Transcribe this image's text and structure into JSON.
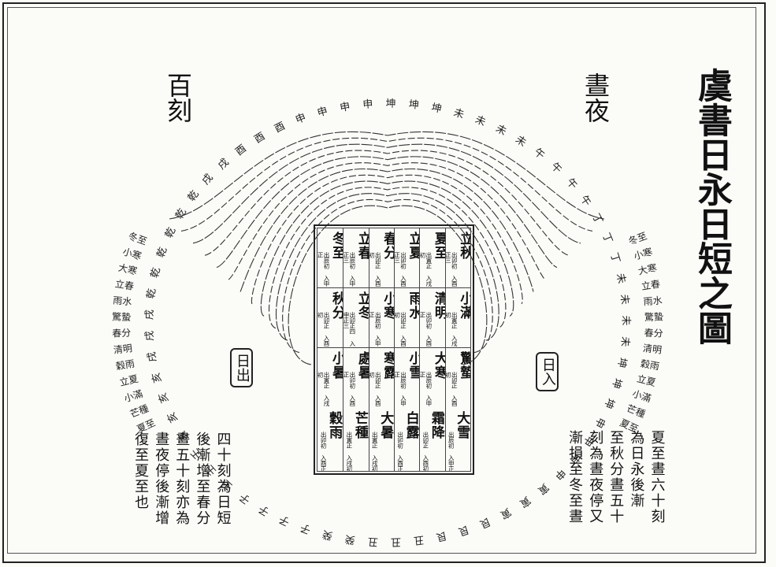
{
  "title": "虞書日永日短之圖",
  "label_left": "百刻",
  "label_right": "晝夜",
  "sunrise_label": "日出",
  "sunset_label": "日入",
  "note_left": [
    "四十刻為日短",
    "後漸增至春分",
    "晝五十刻亦為",
    "晝夜停後漸增",
    "復至夏至也"
  ],
  "note_right": [
    "夏至晝六十刻",
    "為日永後漸",
    "至秋分晝五十",
    "刻為晝夜停又",
    "漸損至冬至晝"
  ],
  "table": [
    {
      "term": "冬至",
      "detail": "出辰初 入申正"
    },
    {
      "term": "立春",
      "detail": "出辰初 入申正三"
    },
    {
      "term": "春分",
      "detail": "出卯正 入酉初"
    },
    {
      "term": "立夏",
      "detail": "出卯初 入酉正三"
    },
    {
      "term": "夏至",
      "detail": "出寅正 入戌初"
    },
    {
      "term": "立秋",
      "detail": "出卯初 入酉正三"
    },
    {
      "term": "秋分",
      "detail": "出卯正 入酉初"
    },
    {
      "term": "立冬",
      "detail": "出卯正四 入申正三"
    },
    {
      "term": "小寒",
      "detail": "出辰初 入申正"
    },
    {
      "term": "雨水",
      "detail": "出卯正 入酉初"
    },
    {
      "term": "清明",
      "detail": "出卯初 入酉正"
    },
    {
      "term": "小滿",
      "detail": "出寅正 入戌初"
    },
    {
      "term": "小暑",
      "detail": "出寅正 入戌初"
    },
    {
      "term": "處暑",
      "detail": "出卯初 入酉正"
    },
    {
      "term": "寒露",
      "detail": "出卯正 入酉初"
    },
    {
      "term": "小雪",
      "detail": "出辰初 入申正"
    },
    {
      "term": "大寒",
      "detail": "出辰初 入申正"
    },
    {
      "term": "驚蟄",
      "detail": "出卯正 入酉初"
    },
    {
      "term": "穀雨",
      "detail": "出卯初 入酉正"
    },
    {
      "term": "芒種",
      "detail": "出寅正 入戌初"
    },
    {
      "term": "大暑",
      "detail": "出寅正 入戌初"
    },
    {
      "term": "白露",
      "detail": "出卯初 入酉正"
    },
    {
      "term": "霜降",
      "detail": "出卯正 入酉初"
    },
    {
      "term": "大雪",
      "detail": "出辰初 入申正"
    }
  ],
  "hour_ring": "亥亥戌戌戌乾乾乾乾乾乾戌戌酉酉酉申申申申坤坤坤未未未未午午午午丁丁丁未未未未坤坤坤申申申申寅寅寅艮艮艮丑丑丑癸癸子子子子壬壬壬亥亥",
  "left_ray_labels": [
    "冬至",
    "小寒",
    "大寒",
    "立春",
    "雨水",
    "驚蟄",
    "春分",
    "清明",
    "穀雨",
    "立夏",
    "小滿",
    "芒種",
    "夏至"
  ],
  "right_ray_labels": [
    "冬至",
    "小寒",
    "大寒",
    "立春",
    "雨水",
    "驚蟄",
    "春分",
    "清明",
    "穀雨",
    "立夏",
    "小滿",
    "芒種",
    "夏至"
  ]
}
